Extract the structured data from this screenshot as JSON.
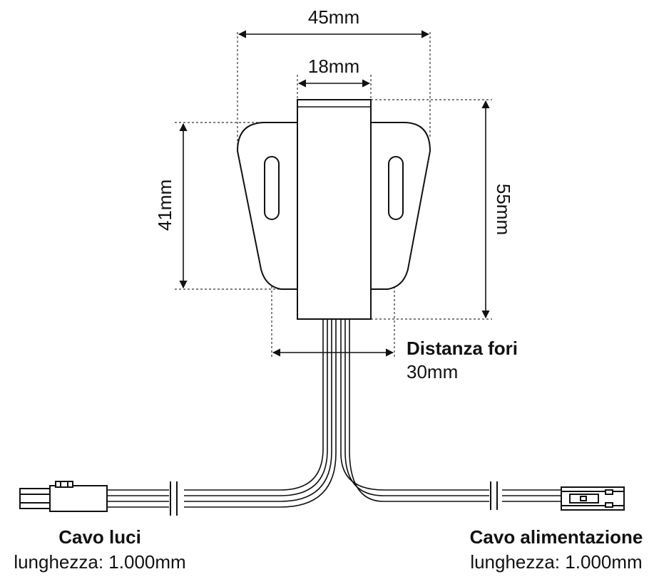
{
  "dimensions": {
    "width_total": "45mm",
    "width_body": "18mm",
    "height_flange": "41mm",
    "height_total": "55mm"
  },
  "hole_distance": {
    "title": "Distanza fori",
    "value": "30mm"
  },
  "cables": {
    "lights": {
      "name": "Cavo luci",
      "length": "lunghezza: 1.000mm"
    },
    "power": {
      "name": "Cavo alimentazione",
      "length": "lunghezza: 1.000mm"
    }
  }
}
